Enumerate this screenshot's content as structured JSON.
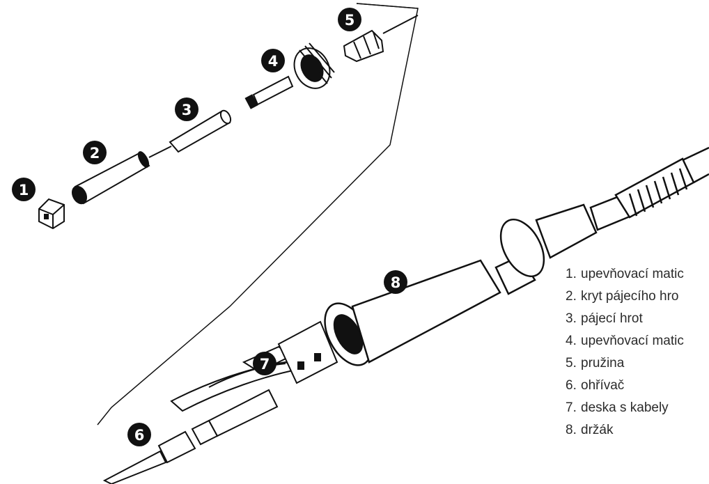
{
  "callouts": [
    "1",
    "2",
    "3",
    "4",
    "5",
    "6",
    "7",
    "8"
  ],
  "legend": {
    "items": [
      {
        "num": "1.",
        "text": "upevňovací matic"
      },
      {
        "num": "2.",
        "text": "kryt pájecího hro"
      },
      {
        "num": "3.",
        "text": "pájecí hrot"
      },
      {
        "num": "4.",
        "text": "upevňovací matic"
      },
      {
        "num": "5.",
        "text": "pružina"
      },
      {
        "num": "6.",
        "text": "ohřívač"
      },
      {
        "num": "7.",
        "text": "deska s kabely"
      },
      {
        "num": "8.",
        "text": "držák"
      }
    ]
  },
  "colors": {
    "ink": "#111111",
    "paper": "#ffffff",
    "legend_text": "#2b2b2b"
  }
}
